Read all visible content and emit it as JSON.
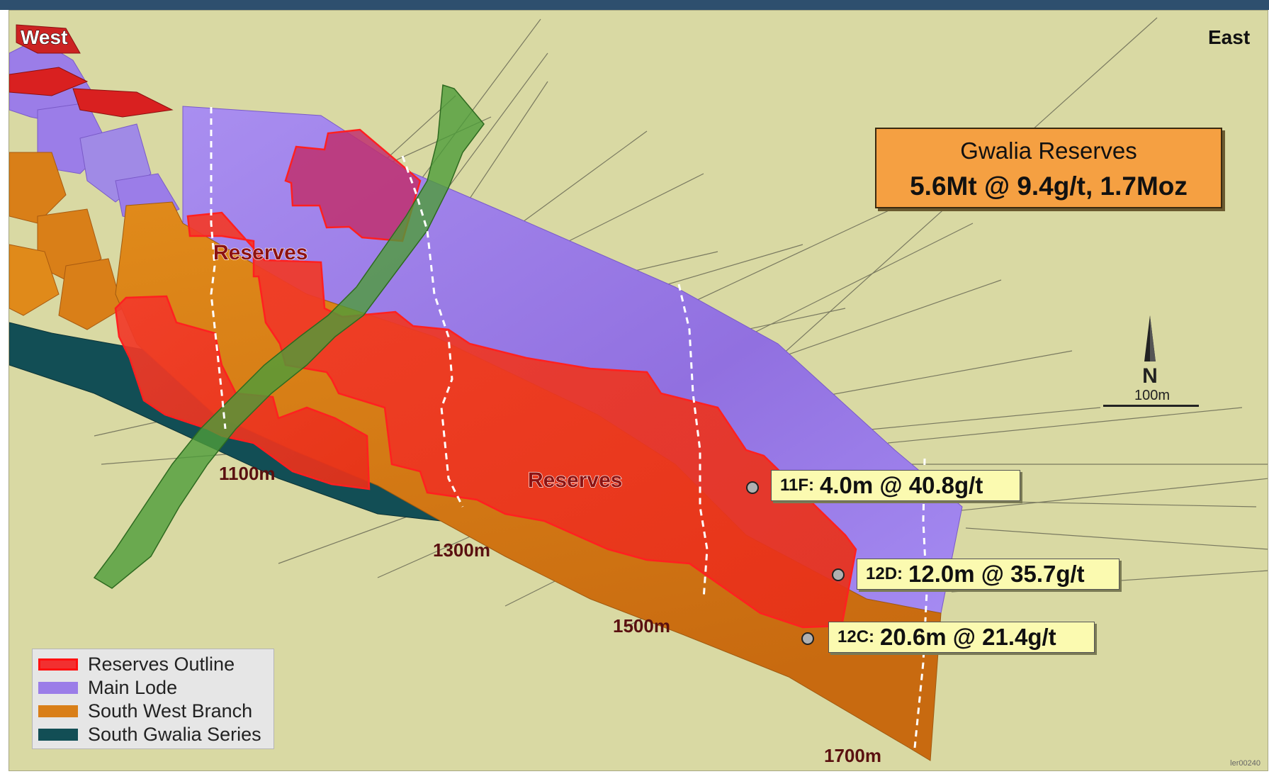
{
  "labels": {
    "west": "West",
    "east": "East",
    "reserves_upper": "Reserves",
    "reserves_lower": "Reserves",
    "levels": [
      "1100m",
      "1300m",
      "1500m",
      "1700m"
    ]
  },
  "title_box": {
    "line1": "Gwalia Reserves",
    "line2": "5.6Mt @ 9.4g/t,  1.7Moz"
  },
  "drill_intercepts": [
    {
      "hole": "11F:",
      "intercept": "4.0m @ 40.8g/t"
    },
    {
      "hole": "12D:",
      "intercept": "12.0m @ 35.7g/t"
    },
    {
      "hole": "12C:",
      "intercept": "20.6m @ 21.4g/t"
    }
  ],
  "legend": [
    {
      "label": "Reserves Outline",
      "color": "#f23030",
      "icon": "red-outline-swatch"
    },
    {
      "label": "Main Lode",
      "color": "#9b7de8",
      "icon": "purple-swatch"
    },
    {
      "label": "South West Branch",
      "color": "#d97f18",
      "icon": "orange-swatch"
    },
    {
      "label": "South Gwalia Series",
      "color": "#124e55",
      "icon": "teal-swatch"
    }
  ],
  "north_arrow": {
    "letter": "N",
    "icon": "north-arrow-icon"
  },
  "scale": {
    "label": "100m"
  },
  "ref_code": "ler00240",
  "colors": {
    "background": "#d9d9a3",
    "main_lode": "#9b7de8",
    "south_west_branch": "#d97f18",
    "reserves_fill": "#f0352a",
    "south_gwalia": "#124e55",
    "fault": "#4a8a30",
    "title_box": "#f5a042",
    "callout": "#fbfab0"
  }
}
